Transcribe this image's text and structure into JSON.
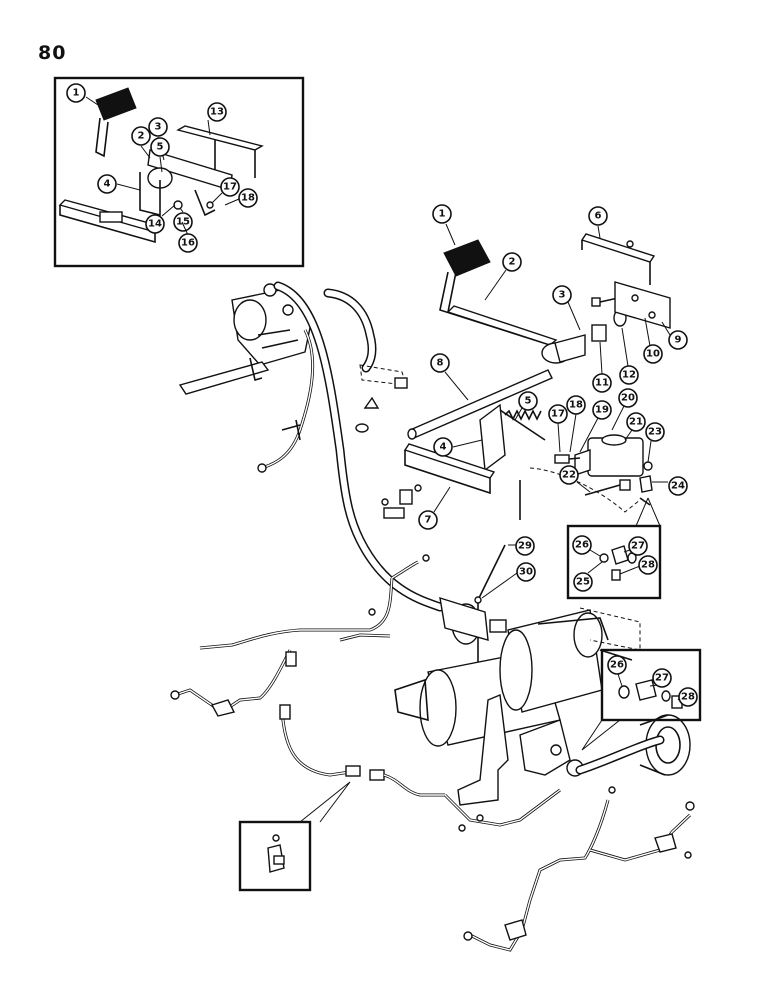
{
  "page": {
    "number": "80"
  },
  "callouts": {
    "inset": [
      "1",
      "2",
      "3",
      "5",
      "4",
      "13",
      "14",
      "15",
      "16",
      "17",
      "18"
    ],
    "main": [
      "1",
      "2",
      "3",
      "4",
      "5",
      "6",
      "7",
      "8",
      "9",
      "10",
      "11",
      "12",
      "17",
      "18",
      "19",
      "20",
      "21",
      "22",
      "23",
      "24",
      "29",
      "30"
    ],
    "detail_small": [
      "26",
      "27",
      "25",
      "28"
    ],
    "detail_large": [
      "26",
      "27",
      "28"
    ]
  }
}
